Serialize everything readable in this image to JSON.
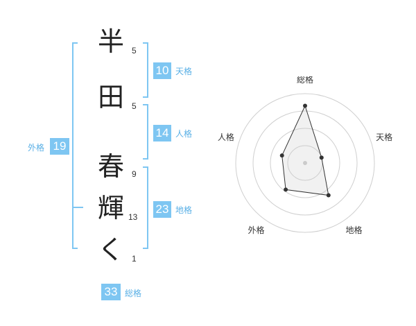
{
  "name_chars": [
    {
      "char": "半",
      "strokes": "5"
    },
    {
      "char": "田",
      "strokes": "5"
    },
    {
      "char": "春",
      "strokes": "9"
    },
    {
      "char": "輝",
      "strokes": "13"
    },
    {
      "char": "く",
      "strokes": "1"
    }
  ],
  "kakusu": {
    "tenkaku": {
      "value": "10",
      "label": "天格"
    },
    "jinkaku": {
      "value": "14",
      "label": "人格"
    },
    "chikaku": {
      "value": "23",
      "label": "地格"
    },
    "gaikaku": {
      "value": "19",
      "label": "外格"
    },
    "soukaku": {
      "value": "33",
      "label": "総格"
    }
  },
  "colors": {
    "accent": "#7ec6f2",
    "accent_text": "#5ab0e6",
    "text": "#222222"
  },
  "chart_data": {
    "type": "radar",
    "axes": [
      "総格",
      "天格",
      "地格",
      "外格",
      "人格"
    ],
    "values": [
      33,
      10,
      23,
      19,
      14
    ],
    "note_scale": "radial position estimated from image",
    "levels": 4
  }
}
